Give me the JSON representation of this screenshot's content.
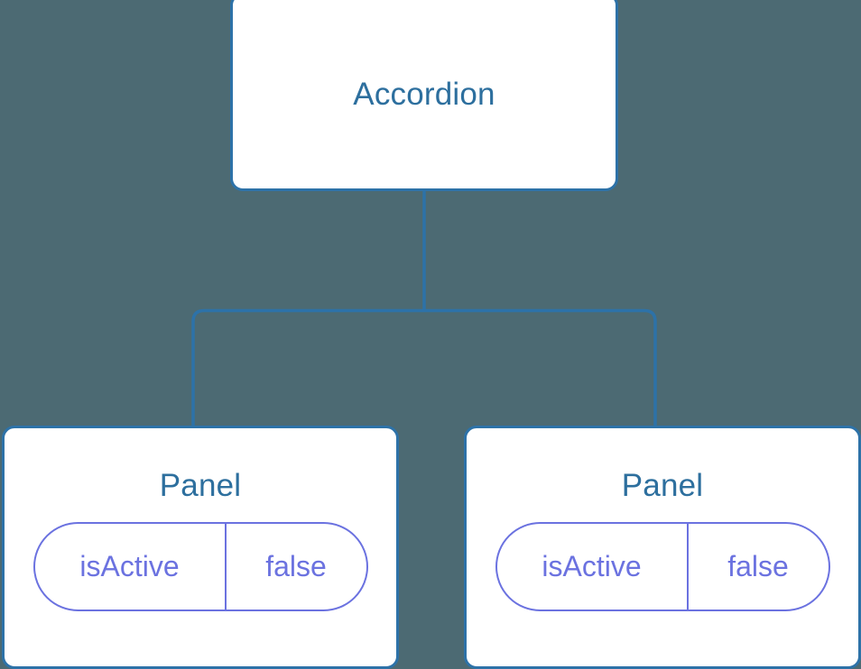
{
  "diagram": {
    "background_color": "#4c6a73",
    "node_fill_color": "#ffffff",
    "node_border_color": "#2d72a8",
    "node_title_color": "#2d6f9e",
    "prop_color": "#6b72e0",
    "connector_color": "#2d72a8",
    "root": {
      "title": "Accordion"
    },
    "children": [
      {
        "title": "Panel",
        "props": [
          {
            "key": "isActive",
            "value": "false"
          }
        ]
      },
      {
        "title": "Panel",
        "props": [
          {
            "key": "isActive",
            "value": "false"
          }
        ]
      }
    ]
  }
}
